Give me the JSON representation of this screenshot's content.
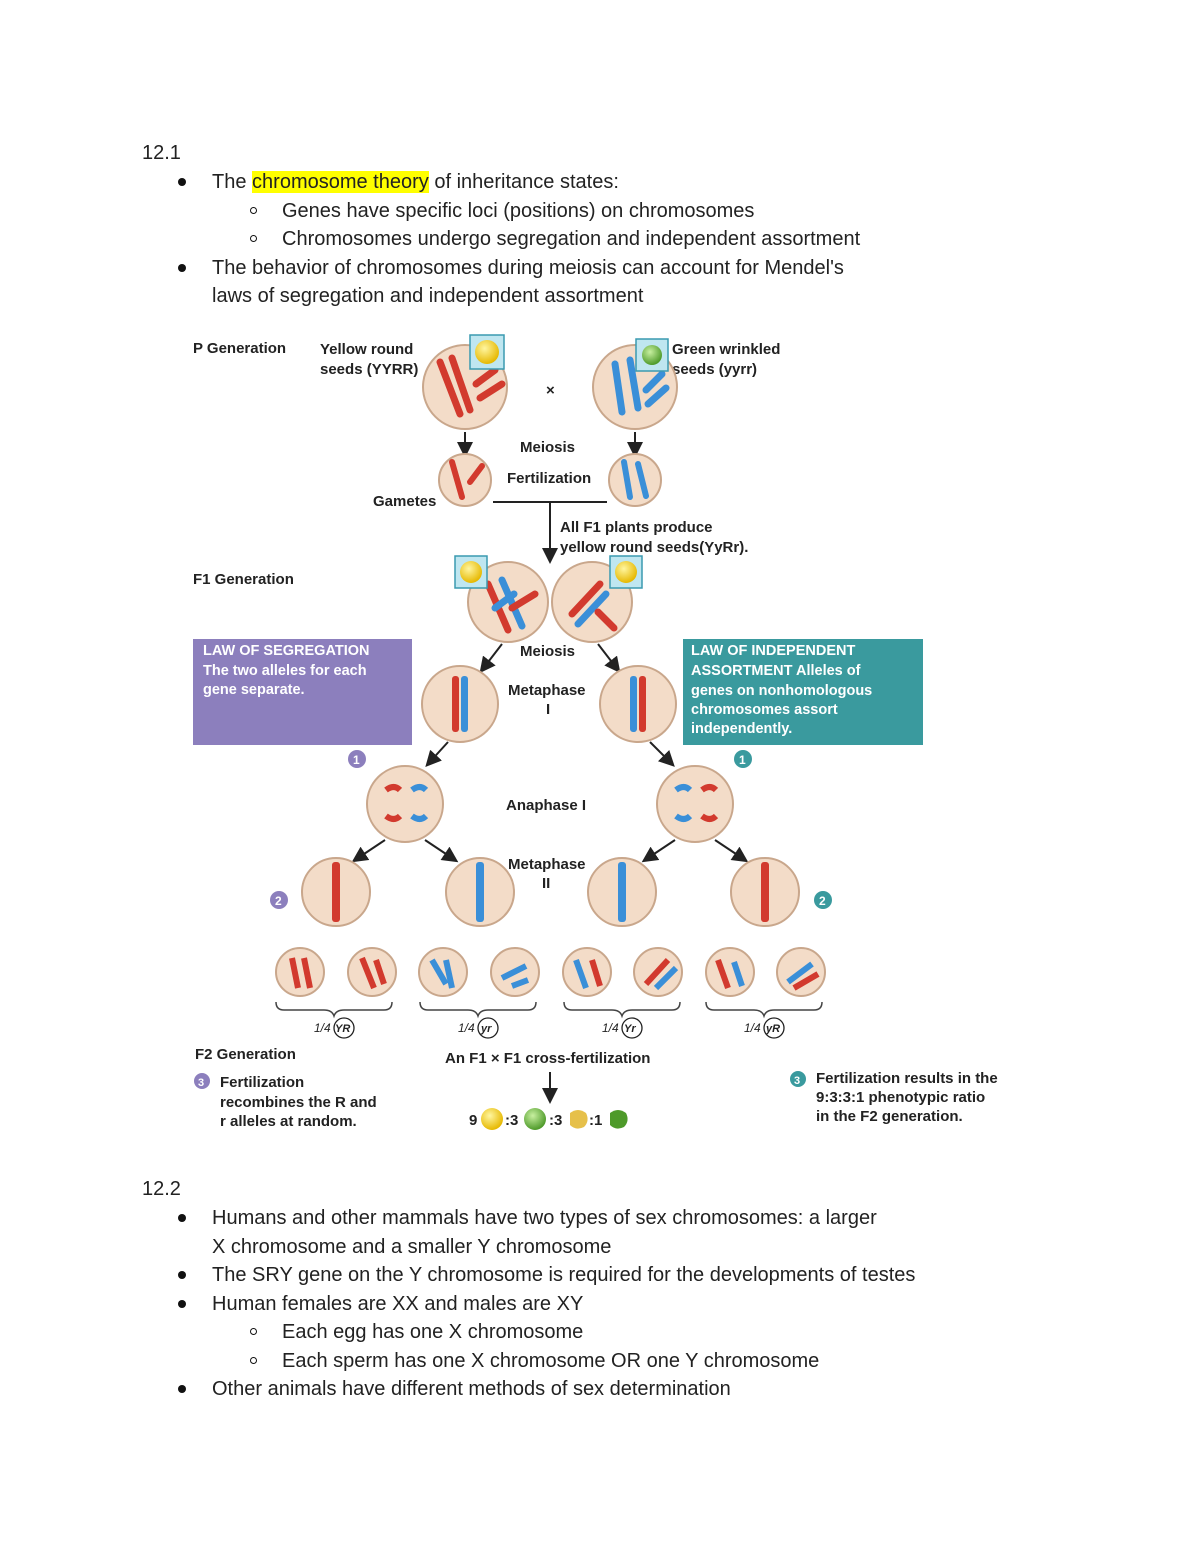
{
  "section1": {
    "number": "12.1",
    "bullets": [
      {
        "pre": "The ",
        "highlight": "chromosome theory",
        "post": " of inheritance states:",
        "sub": [
          "Genes have specific loci (positions) on chromosomes",
          "Chromosomes undergo segregation and independent assortment"
        ]
      },
      {
        "text": "The behavior of chromosomes during meiosis can account for Mendel's laws of segregation and independent assortment"
      }
    ]
  },
  "figure": {
    "p_generation": "P Generation",
    "yellow_round_line1": "Yellow round",
    "yellow_round_line2": "seeds (YYRR)",
    "green_wrinkled_line1": "Green wrinkled",
    "green_wrinkled_line2": "seeds (yyrr)",
    "cross": "×",
    "meiosis": "Meiosis",
    "fertilization": "Fertilization",
    "gametes": "Gametes",
    "f1_note_line1": "All F1 plants produce",
    "f1_note_line2": "yellow round seeds(YyRr).",
    "f1_generation": "F1 Generation",
    "law_seg_title": "LAW OF SEGREGATION",
    "law_seg_body1": "The two alleles for each",
    "law_seg_body2": "gene separate.",
    "law_ind_title1": "LAW OF INDEPENDENT",
    "law_ind_body1": "ASSORTMENT Alleles of",
    "law_ind_body2": "genes on nonhomologous",
    "law_ind_body3": "chromosomes assort",
    "law_ind_body4": "independently.",
    "meiosis2": "Meiosis",
    "metaphase1_a": "Metaphase",
    "metaphase1_b": "I",
    "anaphase1": "Anaphase I",
    "metaphase2_a": "Metaphase",
    "metaphase2_b": "II",
    "step1": "1",
    "step2": "2",
    "step3": "3",
    "gamete_fractions": [
      "1/4",
      "1/4",
      "1/4",
      "1/4"
    ],
    "gamete_types": [
      "YR",
      "yr",
      "Yr",
      "yR"
    ],
    "f2_generation": "F2 Generation",
    "cross_fert": "An F1 × F1 cross-fertilization",
    "fert_note1": "Fertilization",
    "fert_note2": "recombines the R and",
    "fert_note3": "r alleles at random.",
    "ratio_note1": "Fertilization results in the",
    "ratio_note2": "9:3:3:1 phenotypic ratio",
    "ratio_note3": "in the F2 generation.",
    "ratio_nums": [
      "9",
      ":3",
      ":3",
      ":1"
    ],
    "colors": {
      "red": "#d23a2e",
      "blue": "#3a8fd8",
      "purple": "#8c7fbd",
      "teal": "#3a9a9e",
      "cell": "#f3dcc8"
    }
  },
  "section2": {
    "number": "12.2",
    "bullets": [
      {
        "text": "Humans and other mammals have two types of sex chromosomes: a larger X chromosome and a smaller Y chromosome"
      },
      {
        "text": "The SRY gene on the Y chromosome is required for the developments of testes"
      },
      {
        "text": "Human females are XX and males are XY",
        "sub": [
          "Each egg has one X chromosome",
          "Each sperm has one X chromosome OR one Y chromosome"
        ]
      },
      {
        "text": "Other animals have different methods of sex determination"
      }
    ]
  }
}
